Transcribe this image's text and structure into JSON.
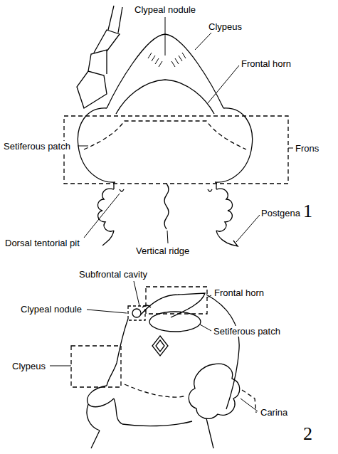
{
  "diagram": {
    "labels": [
      "Clypeal nodule",
      "Clypeus",
      "Frontal horn",
      "Setiferous patch",
      "Frons",
      "Dorsal tentorial pit",
      "Vertical ridge",
      "Postgena",
      "1",
      "Subfrontal cavity",
      "Frontal horn",
      "Clypeal nodule",
      "Setiferous patch",
      "Clypeus",
      "Carina",
      "2"
    ]
  }
}
